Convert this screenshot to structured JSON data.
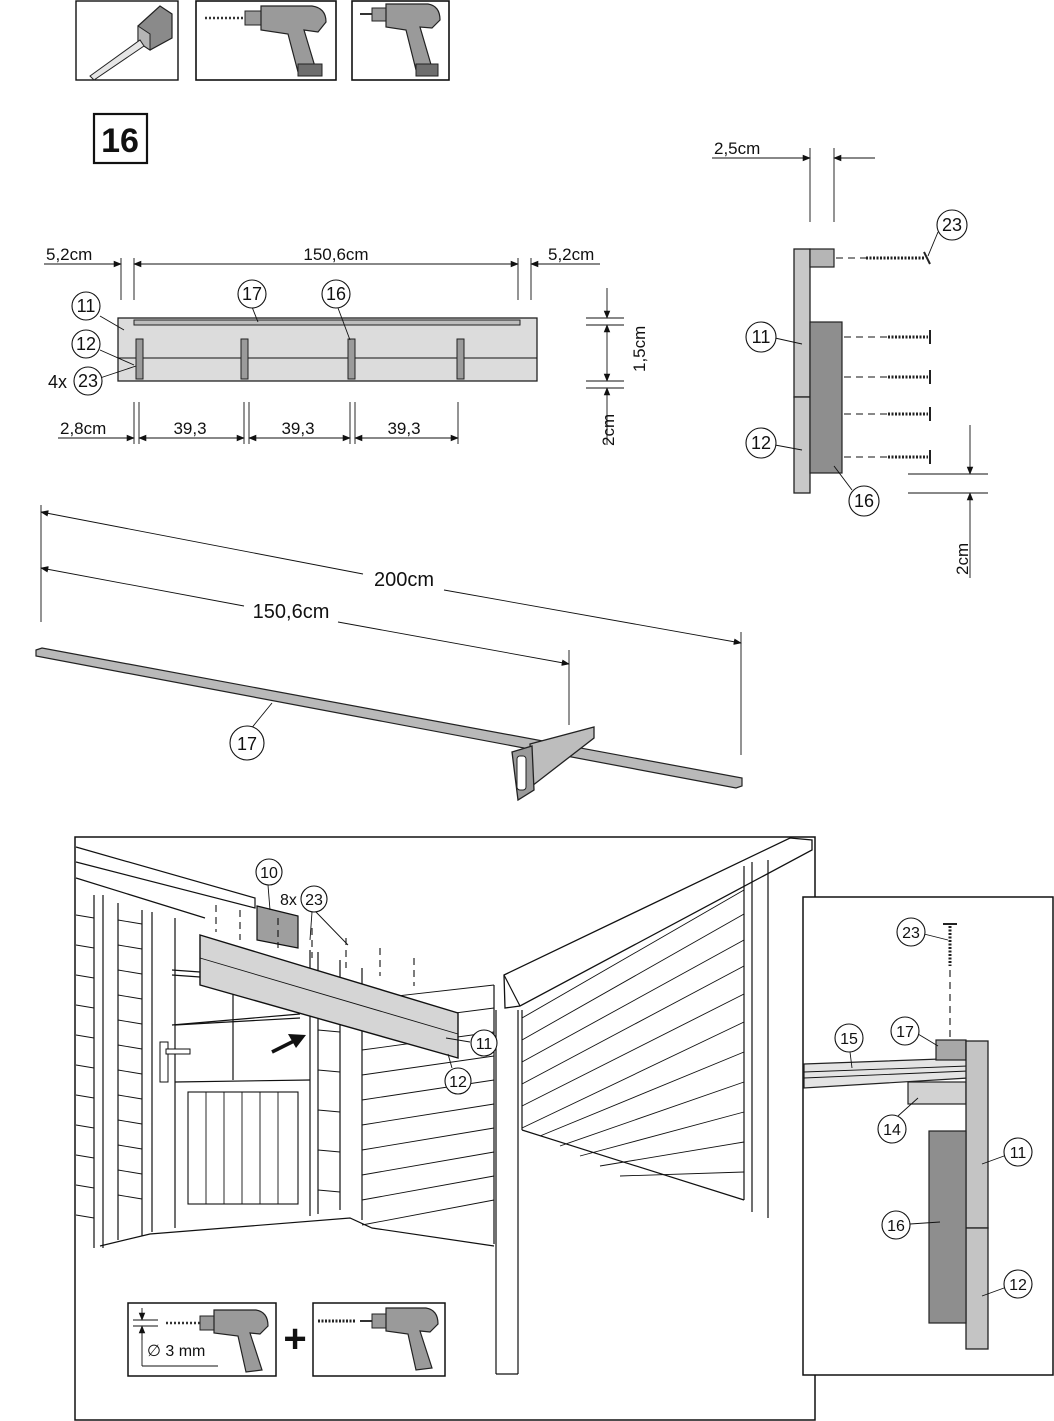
{
  "step": {
    "number": "16"
  },
  "tools": {
    "icons": [
      "tape-measure-icon",
      "drill-with-bit-icon",
      "screwdriver-drill-icon"
    ]
  },
  "front_view": {
    "dims": {
      "left_offset": "5,2cm",
      "span": "150,6cm",
      "right_offset": "5,2cm",
      "first_gap": "2,8cm",
      "gap1": "39,3",
      "gap2": "39,3",
      "gap3": "39,3",
      "top_gap": "1,5cm",
      "bottom_gap": "2cm"
    },
    "labels": {
      "board_upper": "11",
      "board_lower": "12",
      "batten": "17",
      "cleat": "16",
      "screw_qty": "4x",
      "screw": "23"
    }
  },
  "section_view": {
    "dims": {
      "thickness": "2,5cm",
      "bottom_gap": "2cm"
    },
    "labels": {
      "screw": "23",
      "board_upper": "11",
      "board_lower": "12",
      "cleat": "16"
    }
  },
  "cut_view": {
    "dims": {
      "full_length": "200cm",
      "cut_length": "150,6cm"
    },
    "labels": {
      "batten": "17"
    }
  },
  "assembly_view": {
    "labels": {
      "fascia_part": "10",
      "screw_qty": "8x",
      "screw": "23",
      "board_upper": "11",
      "board_lower": "12"
    },
    "drill_note": {
      "diameter": "∅ 3 mm",
      "plus": "+"
    }
  },
  "detail_view": {
    "labels": {
      "screw": "23",
      "batten": "17",
      "rail": "15",
      "bracket": "14",
      "cleat": "16",
      "board_upper": "11",
      "board_lower": "12"
    }
  },
  "colors": {
    "light_panel": "#d9d9d9",
    "mid_panel": "#b8b8b8",
    "dark_panel": "#8e8e8e",
    "line": "#111111"
  }
}
